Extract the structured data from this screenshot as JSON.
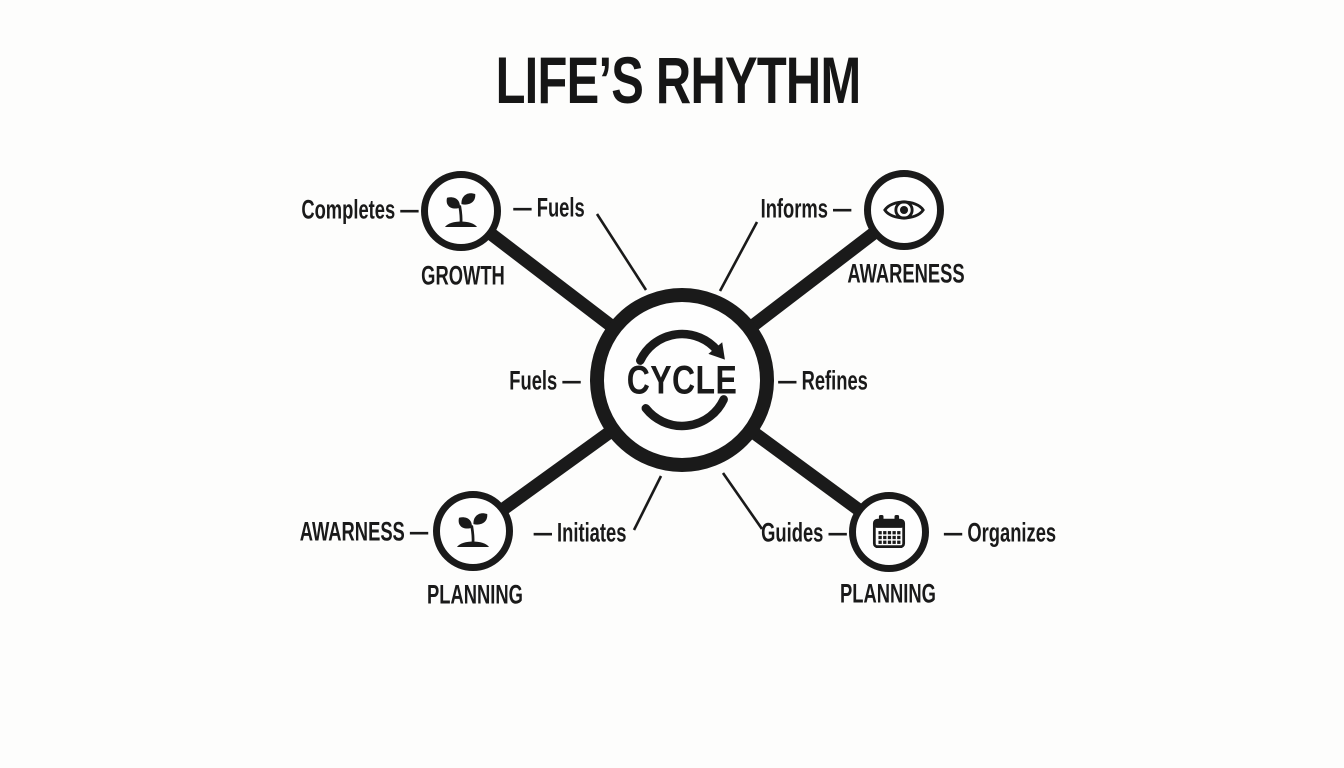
{
  "title": "LIFE’S RHYTHM",
  "colors": {
    "ink": "#1a1a1a",
    "background": "#fdfdfc"
  },
  "center": {
    "label": "CYCLE",
    "icon": "cycle-arrows-icon",
    "left_label": "Fuels —",
    "right_label": "— Refines"
  },
  "nodes": [
    {
      "id": "growth",
      "position": "top-left",
      "icon": "sprout-icon",
      "label": "GROWTH",
      "left_label": "Completes —",
      "right_label": "— Fuels"
    },
    {
      "id": "awareness",
      "position": "top-right",
      "icon": "eye-icon",
      "label": "AWARENESS",
      "left_label": "Informs —",
      "right_label": ""
    },
    {
      "id": "planning-left",
      "position": "bottom-left",
      "icon": "sprout-icon",
      "label": "PLANNING",
      "left_label": "AWARNESS —",
      "right_label": "— Initiates"
    },
    {
      "id": "planning-right",
      "position": "bottom-right",
      "icon": "calendar-icon",
      "label": "PLANNING",
      "left_label": "Guides —",
      "right_label": "— Organizes"
    }
  ],
  "connections": {
    "thick_edges": [
      {
        "from": "GROWTH",
        "to": "CYCLE"
      },
      {
        "from": "AWARENESS",
        "to": "CYCLE"
      },
      {
        "from": "PLANNING (bottom-left)",
        "to": "CYCLE"
      },
      {
        "from": "PLANNING (bottom-right)",
        "to": "CYCLE"
      }
    ],
    "thin_callout_lines": [
      "Fuels",
      "Informs",
      "Initiates",
      "Guides"
    ]
  }
}
